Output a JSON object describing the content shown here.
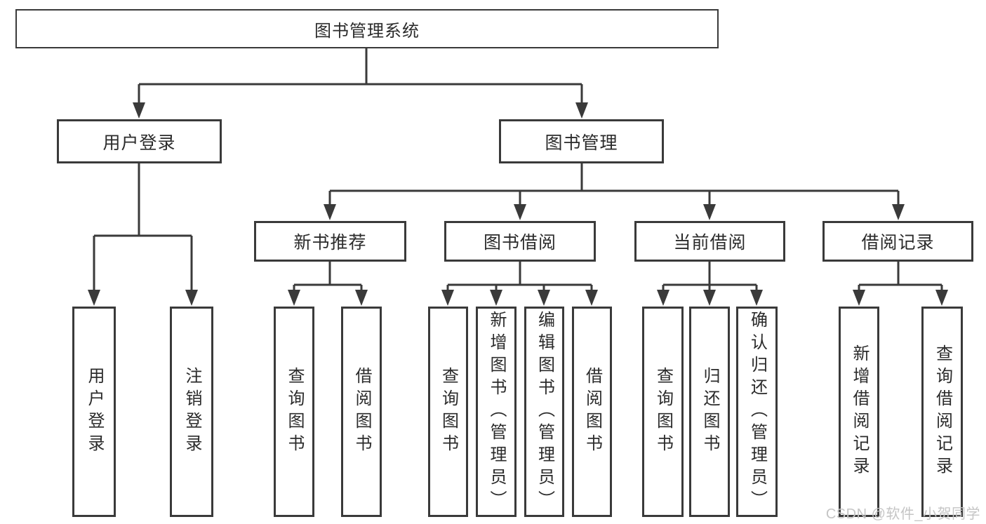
{
  "diagram": {
    "root": {
      "label": "图书管理系统",
      "children": [
        {
          "label": "用户登录",
          "children": [
            {
              "label": "用户登录"
            },
            {
              "label": "注销登录"
            }
          ]
        },
        {
          "label": "图书管理",
          "children": [
            {
              "label": "新书推荐",
              "children": [
                {
                  "label": "查询图书"
                },
                {
                  "label": "借阅图书"
                }
              ]
            },
            {
              "label": "图书借阅",
              "children": [
                {
                  "label": "查询图书"
                },
                {
                  "label": "新增图书（管理员）"
                },
                {
                  "label": "编辑图书（管理员）"
                },
                {
                  "label": "借阅图书"
                }
              ]
            },
            {
              "label": "当前借阅",
              "children": [
                {
                  "label": "查询图书"
                },
                {
                  "label": "归还图书"
                },
                {
                  "label": "确认归还（管理员）"
                }
              ]
            },
            {
              "label": "借阅记录",
              "children": [
                {
                  "label": "新增借阅记录"
                },
                {
                  "label": "查询借阅记录"
                }
              ]
            }
          ]
        }
      ]
    }
  },
  "watermark": {
    "text": "CSDN @软件_小贺同学"
  },
  "colors": {
    "line": "#3a3a3a",
    "box_border": "#3a3a3a",
    "text": "#2b2b2b",
    "background": "#ffffff",
    "watermark": "#c5c5c5"
  }
}
